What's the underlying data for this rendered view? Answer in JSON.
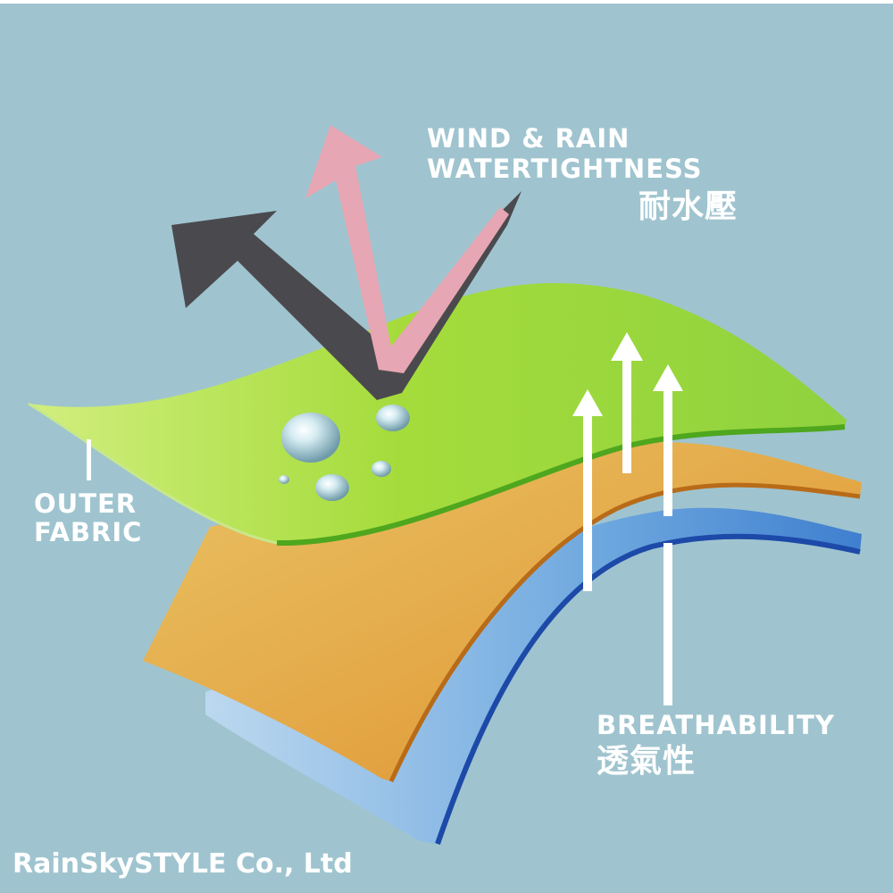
{
  "labels": {
    "watertightness_line1": "WIND & RAIN",
    "watertightness_line2": "WATERTIGHTNESS",
    "watertightness_cjk": "耐水壓",
    "outer_fabric_line1": "OUTER",
    "outer_fabric_line2": "FABRIC",
    "breathability": "BREATHABILITY",
    "breathability_cjk": "透氣性"
  },
  "brand": "RainSkySTYLE Co., Ltd",
  "colors": {
    "background": "#9fc4cf",
    "outer_layer": "#a6de3e",
    "middle_layer": "#e3a544",
    "inner_layer": "#5f9edb",
    "wind_arrow": "#4a4a4e",
    "rain_arrow": "#e6a6b3",
    "text": "#ffffff"
  },
  "icons": [
    "wind-arrow-icon",
    "rain-arrow-icon",
    "water-droplet-icon",
    "breathability-arrow-icon"
  ]
}
